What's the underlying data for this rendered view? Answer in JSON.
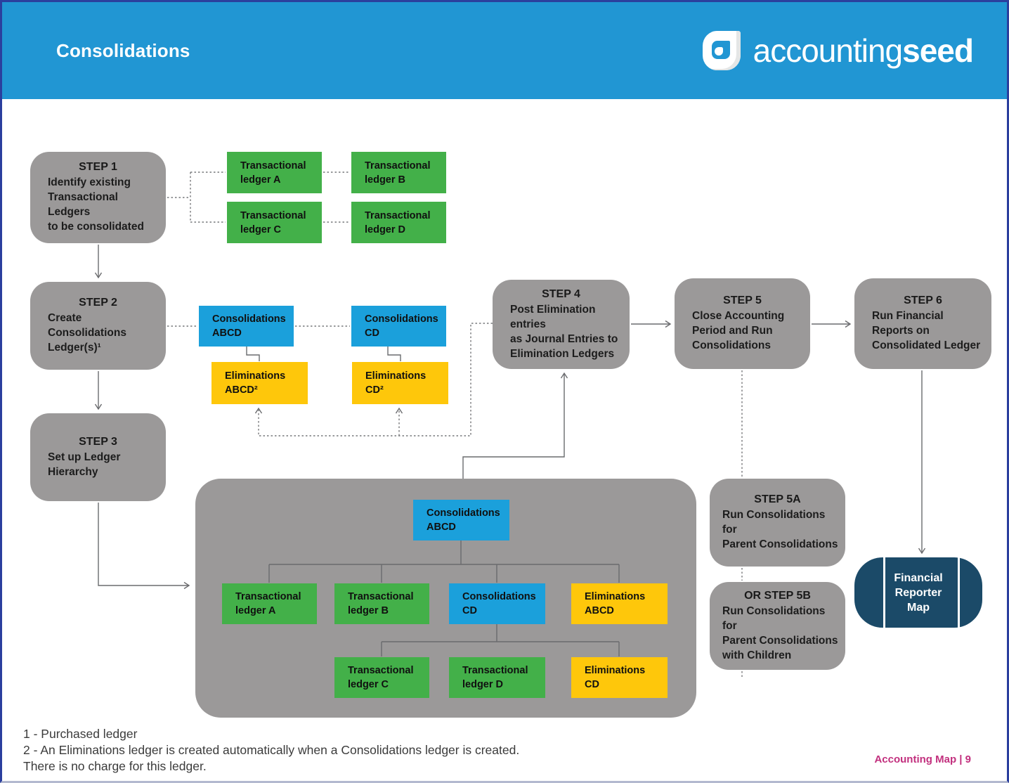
{
  "header": {
    "title": "Consolidations",
    "brand_light": "accounting",
    "brand_bold": "seed"
  },
  "colors": {
    "header_blue": "#2196d3",
    "box_blue": "#1ba0db",
    "green": "#43b049",
    "yellow": "#fec70b",
    "gray": "#9b9999",
    "navy": "#1b4a68",
    "pink": "#c2307e",
    "border_blue": "#2b3f9e"
  },
  "steps": {
    "s1": {
      "title": "STEP 1",
      "body": "Identify existing\nTransactional Ledgers\nto be consolidated"
    },
    "s2": {
      "title": "STEP 2",
      "body": "Create Consolidations\nLedger(s)¹"
    },
    "s3": {
      "title": "STEP 3",
      "body": "Set up Ledger Hierarchy"
    },
    "s4": {
      "title": "STEP 4",
      "body": "Post Elimination entries\nas Journal Entries to\nElimination Ledgers"
    },
    "s5": {
      "title": "STEP 5",
      "body": "Close Accounting\nPeriod and Run\nConsolidations"
    },
    "s6": {
      "title": "STEP 6",
      "body": "Run Financial\nReports on\nConsolidated Ledger"
    },
    "s5a": {
      "title": "STEP 5A",
      "body": "Run Consolidations for\nParent Consolidations"
    },
    "s5b": {
      "title": "OR STEP 5B",
      "body": "Run Consolidations for\nParent Consolidations\nwith Children"
    }
  },
  "ledgers": {
    "tlA": "Transactional\nledger A",
    "tlB": "Transactional\nledger B",
    "tlC": "Transactional\nledger C",
    "tlD": "Transactional\nledger D",
    "consABCD": "Consolidations\nABCD",
    "consCD": "Consolidations\nCD",
    "elimABCD_sup": "Eliminations\nABCD²",
    "elimCD_sup": "Eliminations\nCD²",
    "elimABCD": "Eliminations\nABCD",
    "elimCD": "Eliminations\nCD"
  },
  "misc": {
    "financial_reporter_map": "Financial\nReporter\nMap"
  },
  "footer": {
    "note1": "1 - Purchased ledger",
    "note2": "2 - An Eliminations ledger is created automatically when a Consolidations ledger is created.",
    "note3": "There is no charge for this ledger.",
    "page_label": "Accounting Map | 9"
  }
}
